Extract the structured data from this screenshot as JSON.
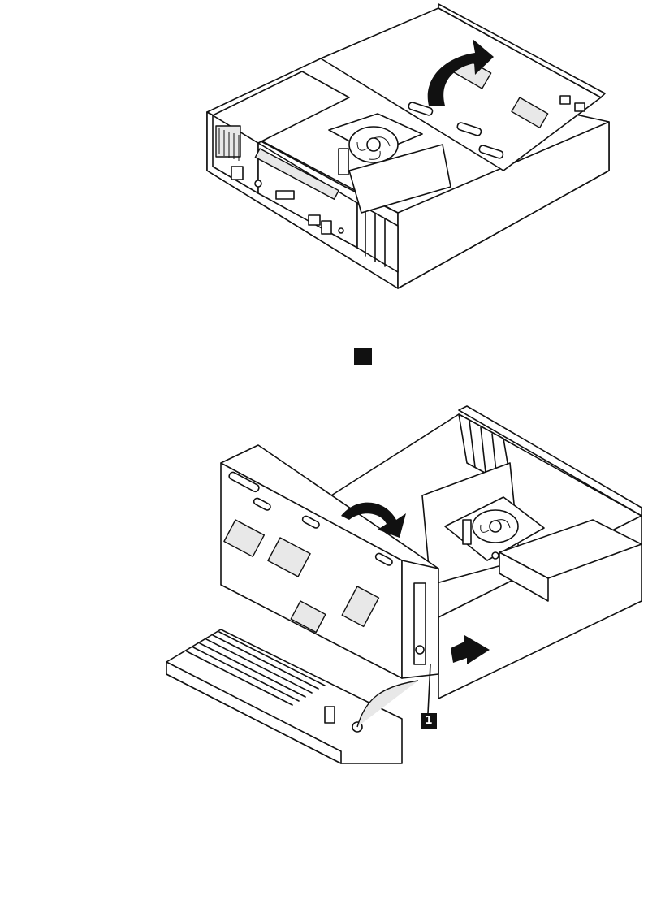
{
  "figures": [
    {
      "description": "remove-drive-cage-rotate-up",
      "icon": "curved-arrow-up-icon"
    },
    {
      "description": "pivot-drive-cage-down-disconnect-cable",
      "icon": "curved-arrow-down-icon"
    }
  ],
  "step_marker": {
    "label": ""
  },
  "callouts": [
    {
      "label": "1"
    }
  ],
  "colors": {
    "line": "#111111",
    "background": "#ffffff",
    "fill": "#e8e8e8"
  }
}
